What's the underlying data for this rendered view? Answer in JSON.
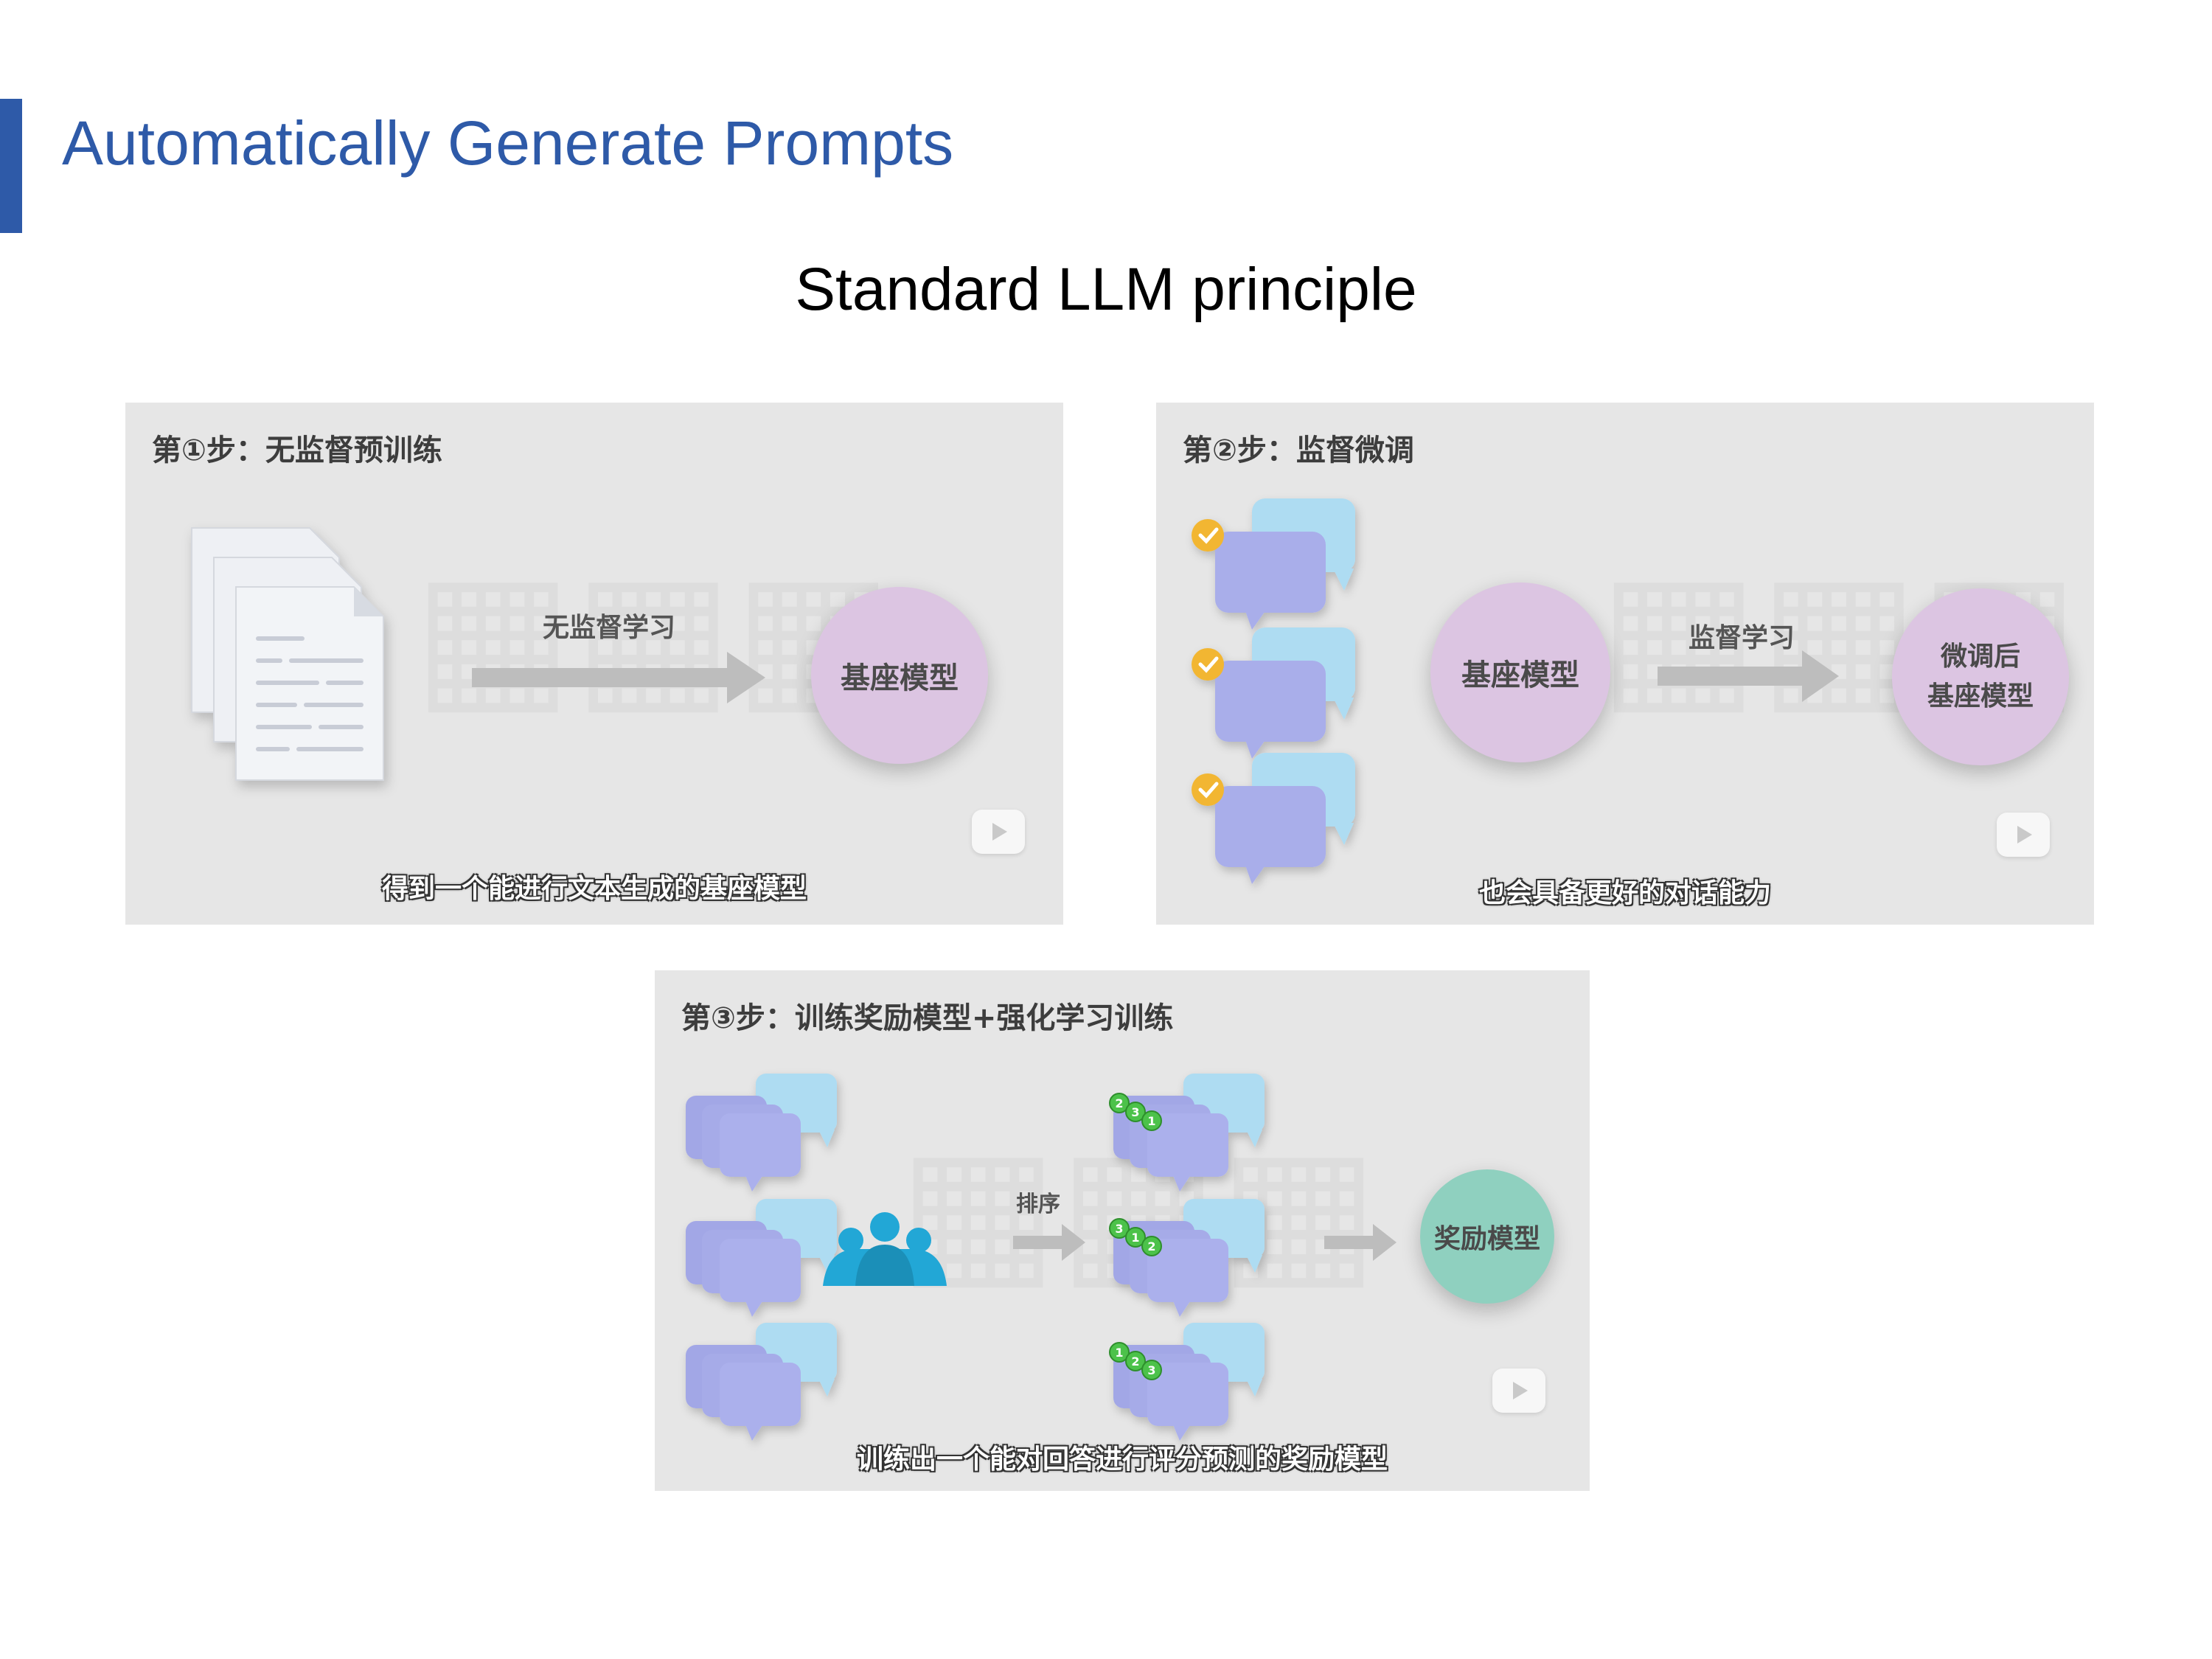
{
  "slide": {
    "title": "Automatically Generate Prompts",
    "subtitle": "Standard LLM principle"
  },
  "panel1": {
    "step_title": "第①步：无监督预训练",
    "arrow_label": "无监督学习",
    "model_label": "基座模型",
    "caption": "得到一个能进行文本生成的基座模型"
  },
  "panel2": {
    "step_title": "第②步：监督微调",
    "model_label": "基座模型",
    "arrow_label": "监督学习",
    "result_line1": "微调后",
    "result_line2": "基座模型",
    "caption": "也会具备更好的对话能力"
  },
  "panel3": {
    "step_title": "第③步：训练奖励模型+强化学习训练",
    "arrow_label": "排序",
    "model_label": "奖励模型",
    "caption": "训练出一个能对回答进行评分预测的奖励模型",
    "rankings": [
      [
        "2",
        "3",
        "1"
      ],
      [
        "3",
        "1",
        "2"
      ],
      [
        "1",
        "2",
        "3"
      ]
    ]
  },
  "colors": {
    "accent": "#2e5aa8",
    "panel_bg": "#e6e6e6",
    "model_circle": "#dcc5e2",
    "reward_circle": "#8fd0bf",
    "bubble_purple": "#a9aeea",
    "bubble_blue": "#aedcf2",
    "check_badge": "#f2b632",
    "rank_badge": "#4cc24a",
    "people_icon": "#22a7d6"
  }
}
